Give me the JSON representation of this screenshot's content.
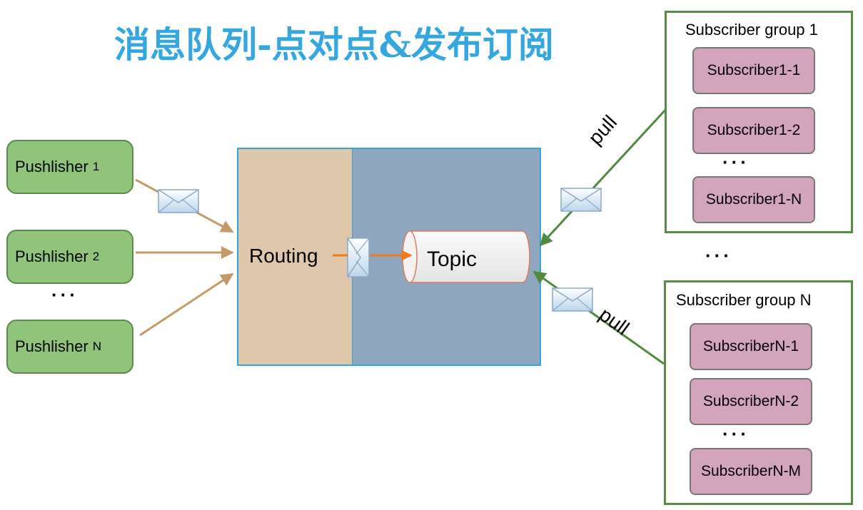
{
  "title": "消息队列-点对点&发布订阅",
  "publishers": [
    {
      "name": "Pushlisher",
      "num": "1"
    },
    {
      "name": "Pushlisher",
      "num": "2"
    },
    {
      "name": "Pushlisher",
      "num": "N"
    }
  ],
  "ellipsis": "···",
  "broker": {
    "routing_label": "Routing",
    "topic_label": "Topic"
  },
  "groups": [
    {
      "label": "Subscriber group 1",
      "subscribers": [
        "Subscriber1-1",
        "Subscriber1-2",
        "Subscriber1-N"
      ]
    },
    {
      "label": "Subscriber group N",
      "subscribers": [
        "SubscriberN-1",
        "SubscriberN-2",
        "SubscriberN-M"
      ]
    }
  ],
  "pull_label": "pull",
  "colors": {
    "title": "#35a7df",
    "publisher_fill": "#8fc47a",
    "routing_fill": "#dfc7ab",
    "queue_fill": "#8ea7be",
    "subscriber_fill": "#d3a5bd",
    "group_border": "#5a8a48",
    "publish_arrow": "#c49a66",
    "pull_arrow": "#4f8a3e",
    "route_arrow": "#ee7a22"
  },
  "icons": [
    "envelope-icon",
    "arrow-icon",
    "cylinder-shape"
  ]
}
